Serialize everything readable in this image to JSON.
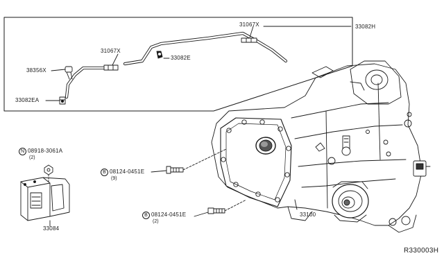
{
  "parts": {
    "hose_upper": "31067X",
    "assembly_outer": "33082H",
    "hose_lower": "31067X",
    "clip_a": "33082E",
    "breather": "38356X",
    "clip_b": "33082EA",
    "nut_prefix": "N",
    "nut": "08918-3061A",
    "nut_qty": "(2)",
    "bolt_a_prefix": "B",
    "bolt_a": "08124-0451E",
    "bolt_a_qty": "(9)",
    "bolt_b_prefix": "B",
    "bolt_b": "08124-0451E",
    "bolt_b_qty": "(2)",
    "control_unit": "33084",
    "transfer_case": "33100"
  },
  "diagram_ref": "R330003H"
}
